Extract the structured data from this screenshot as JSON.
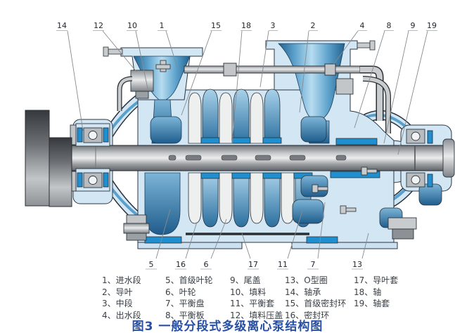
{
  "callouts": {
    "top": [
      "14",
      "12",
      "10",
      "1",
      "15",
      "18",
      "3",
      "2",
      "4",
      "8",
      "9",
      "19"
    ],
    "bottom": [
      "5",
      "16",
      "6",
      "17",
      "11",
      "7",
      "13"
    ]
  },
  "legend": {
    "columns": [
      {
        "items": [
          "1、进水段",
          "2、导叶",
          "3、中段",
          "4、出水段"
        ]
      },
      {
        "items": [
          "5、首级叶轮",
          "6、叶轮",
          "7、平衡盘",
          "8、平衡板"
        ]
      },
      {
        "items": [
          "9、尾盖",
          "10、填料",
          "11、平衡套",
          "12、填料压盖"
        ]
      },
      {
        "items": [
          "13、O型圈",
          "14、轴承",
          "15、首级密封环",
          "16、密封环"
        ]
      },
      {
        "items": [
          "17、导叶套",
          "18、轴",
          "19、轴套"
        ]
      }
    ]
  },
  "caption": "图3 一般分段式多级离心泵结构图",
  "colors": {
    "casing_light_blue": "#d3e6f4",
    "water_dark_blue": "#22618f",
    "impeller_blue": "#2b6f9f",
    "seal_accent_blue": "#1f8fd0",
    "metal_gray": "#c9ccce",
    "caption_blue": "#2750a5",
    "legend_text": "#3b4046"
  }
}
